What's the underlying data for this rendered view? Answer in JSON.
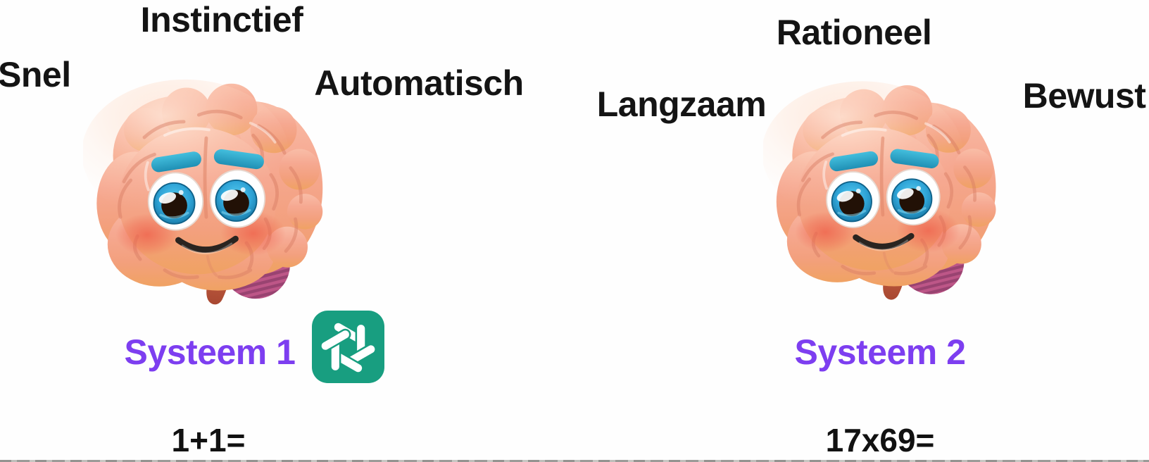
{
  "system1": {
    "top_label": "Instinctief",
    "left_label": "Snel",
    "right_label": "Automatisch",
    "title": "Systeem 1",
    "equation": "1+1="
  },
  "system2": {
    "top_label": "Rationeel",
    "left_label": "Langzaam",
    "right_label": "Bewust",
    "title": "Systeem 2",
    "equation": "17x69="
  },
  "icons": {
    "logo": "openai-logo",
    "illustration": "cartoon-brain-character"
  },
  "colors": {
    "background": "#fefefe",
    "label_black": "#141414",
    "title_purple": "#7d3ef0",
    "openai_green": "#189e80",
    "brain_pink": "#f5a78d",
    "brain_orange_bottom": "#f0a263",
    "eyebrow_teal": "#2ba6c6",
    "eye_blue": "#2ea3d6",
    "cheek_red": "#ee5f4e",
    "cerebellum_magenta": "#b0538a",
    "stem_red": "#c85f45"
  }
}
